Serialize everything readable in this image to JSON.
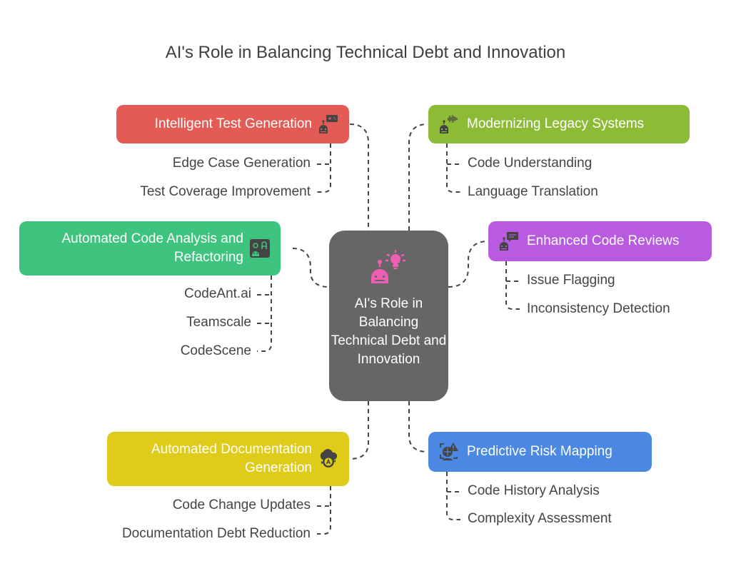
{
  "title": "AI's Role in Balancing Technical Debt and Innovation",
  "center": {
    "label": "AI's Role in Balancing Technical Debt and Innovation",
    "icon": "robot-lightbulb-icon",
    "color": "#666666",
    "icon_color": "#f05fb4"
  },
  "branches": [
    {
      "label": "Intelligent Test Generation",
      "icon": "robot-gamepad-icon",
      "color": "#e45a55",
      "leaves": [
        "Edge Case Generation",
        "Test Coverage Improvement"
      ]
    },
    {
      "label": "Modernizing Legacy Systems",
      "icon": "robot-soundwave-icon",
      "color": "#8dbb35",
      "leaves": [
        "Code Understanding",
        "Language Translation"
      ]
    },
    {
      "label": "Automated Code Analysis and Refactoring",
      "icon": "robot-person-icon",
      "color": "#3fc47f",
      "leaves": [
        "CodeAnt.ai",
        "Teamscale",
        "CodeScene"
      ]
    },
    {
      "label": "Enhanced Code Reviews",
      "icon": "robot-chat-icon",
      "color": "#b95be0",
      "leaves": [
        "Issue Flagging",
        "Inconsistency Detection"
      ]
    },
    {
      "label": "Automated Documentation Generation",
      "icon": "cloud-sync-icon",
      "color": "#dfcb19",
      "leaves": [
        "Code Change Updates",
        "Documentation Debt Reduction"
      ]
    },
    {
      "label": "Predictive Risk Mapping",
      "icon": "risk-scan-icon",
      "color": "#4a88e3",
      "leaves": [
        "Code History Analysis",
        "Complexity Assessment"
      ]
    }
  ]
}
